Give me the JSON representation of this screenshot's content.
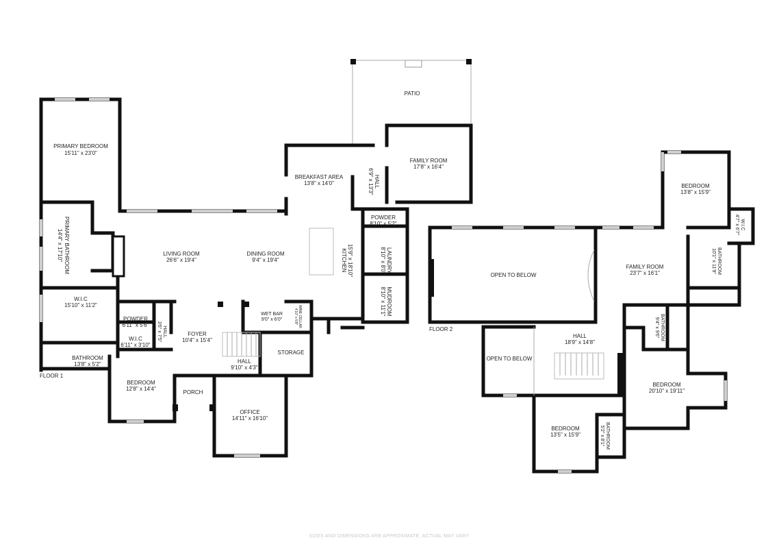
{
  "floor1": {
    "label": "FLOOR 1",
    "rooms": {
      "primary_bedroom": {
        "name": "PRIMARY BEDROOM",
        "dim": "15'11\" x 23'0\""
      },
      "primary_bathroom": {
        "name": "PRIMARY BATHROOM",
        "dim": "14'4\" x 17'10\""
      },
      "wic_primary": {
        "name": "W.I.C",
        "dim": "15'10\" x 11'2\""
      },
      "bathroom": {
        "name": "BATHROOM",
        "dim": "13'8\" x 5'2\""
      },
      "living_room": {
        "name": "LIVING ROOM",
        "dim": "26'6\" x 19'4\""
      },
      "dining_room": {
        "name": "DINING ROOM",
        "dim": "9'4\" x 19'4\""
      },
      "breakfast_area": {
        "name": "BREAKFAST AREA",
        "dim": "13'8\" x 14'0\""
      },
      "kitchen": {
        "name": "KITCHEN",
        "dim": "15'9\" x 18'10\""
      },
      "hall_north": {
        "name": "HALL",
        "dim": "6'9\" x 13'3\""
      },
      "family_room": {
        "name": "FAMILY ROOM",
        "dim": "17'8\" x 16'4\""
      },
      "patio": {
        "name": "PATIO"
      },
      "powder_east": {
        "name": "POWDER",
        "dim": "8'10\" x 5'2\""
      },
      "laundry": {
        "name": "LAUNDRY",
        "dim": "8'10\" x 8'0\""
      },
      "mudroom": {
        "name": "MUDROOM",
        "dim": "8'10\" x 11'1\""
      },
      "wet_bar": {
        "name": "WET BAR",
        "dim": "9'0\" x 6'0\""
      },
      "wine_cellar": {
        "name": "WINE CELLAR",
        "dim": "4'10\" x 5'8\""
      },
      "powder_west": {
        "name": "POWDER",
        "dim": "6'11\" x 5'6\""
      },
      "wic_small": {
        "name": "W.I.C",
        "dim": "6'11\" x 3'10\""
      },
      "hall_small": {
        "name": "HALL",
        "dim": "3'6\" x 7'5\""
      },
      "foyer": {
        "name": "FOYER",
        "dim": "10'4\" x 15'4\""
      },
      "hall_foyer": {
        "name": "HALL",
        "dim": "9'10\" x 4'3\""
      },
      "storage": {
        "name": "STORAGE"
      },
      "bedroom": {
        "name": "BEDROOM",
        "dim": "12'8\" x 14'4\""
      },
      "porch": {
        "name": "PORCH"
      },
      "office": {
        "name": "OFFICE",
        "dim": "14'11\" x 16'10\""
      }
    }
  },
  "floor2": {
    "label": "FLOOR 2",
    "rooms": {
      "open_to_below_1": {
        "name": "OPEN TO BELOW"
      },
      "open_to_below_2": {
        "name": "OPEN TO BELOW"
      },
      "family_room": {
        "name": "FAMILY ROOM",
        "dim": "23'7\" x 16'1\""
      },
      "bedroom_ne": {
        "name": "BEDROOM",
        "dim": "13'8\" x 15'9\""
      },
      "wic": {
        "name": "W.I.C",
        "dim": "4'7\" x 6'7\""
      },
      "bathroom_ne": {
        "name": "BATHROOM",
        "dim": "10'1\" x 11'9\""
      },
      "hall": {
        "name": "HALL",
        "dim": "18'9\" x 14'8\""
      },
      "bathroom_mid": {
        "name": "BATHROOM",
        "dim": "9'4\" x 9'6\""
      },
      "bedroom_se": {
        "name": "BEDROOM",
        "dim": "20'10\" x 19'11\""
      },
      "bedroom_s": {
        "name": "BEDROOM",
        "dim": "13'5\" x 15'9\""
      },
      "bathroom_s": {
        "name": "BATHROOM",
        "dim": "5'2\" x 8'1\""
      }
    }
  },
  "disclaimer": "SIZES AND DIMENSIONS ARE APPROXIMATE, ACTUAL MAY VARY."
}
